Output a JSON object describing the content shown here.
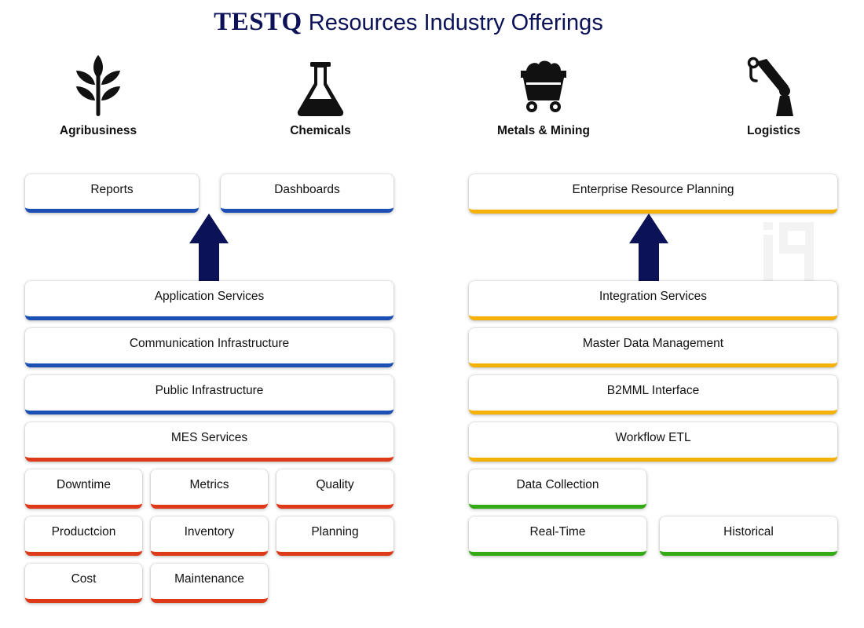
{
  "title": {
    "brand": "TESTQ",
    "text": "Resources Industry Offerings",
    "color": "#0b1257"
  },
  "industries": [
    {
      "label": "Agribusiness",
      "icon": "wheat-icon"
    },
    {
      "label": "Chemicals",
      "icon": "flask-icon"
    },
    {
      "label": "Metals & Mining",
      "icon": "mine-cart-icon"
    },
    {
      "label": "Logistics",
      "icon": "robotic-arm-icon"
    }
  ],
  "left": {
    "outputs": [
      "Reports",
      "Dashboards"
    ],
    "layers": [
      "Application Services",
      "Communication Infrastructure",
      "Public Infrastructure",
      "MES Services"
    ],
    "modules": [
      "Downtime",
      "Metrics",
      "Quality",
      "Productcion",
      "Inventory",
      "Planning",
      "Cost",
      "Maintenance"
    ]
  },
  "right": {
    "output": "Enterprise Resource Planning",
    "layers": [
      "Integration Services",
      "Master Data Management",
      "B2MML Interface",
      "Workflow ETL"
    ],
    "collection": "Data Collection",
    "collection_types": [
      "Real-Time",
      "Historical"
    ]
  },
  "colors": {
    "blue": "#1b4fb3",
    "red": "#de3a17",
    "yellow": "#f6b109",
    "green": "#32ab14",
    "arrow": "#0b1257"
  }
}
